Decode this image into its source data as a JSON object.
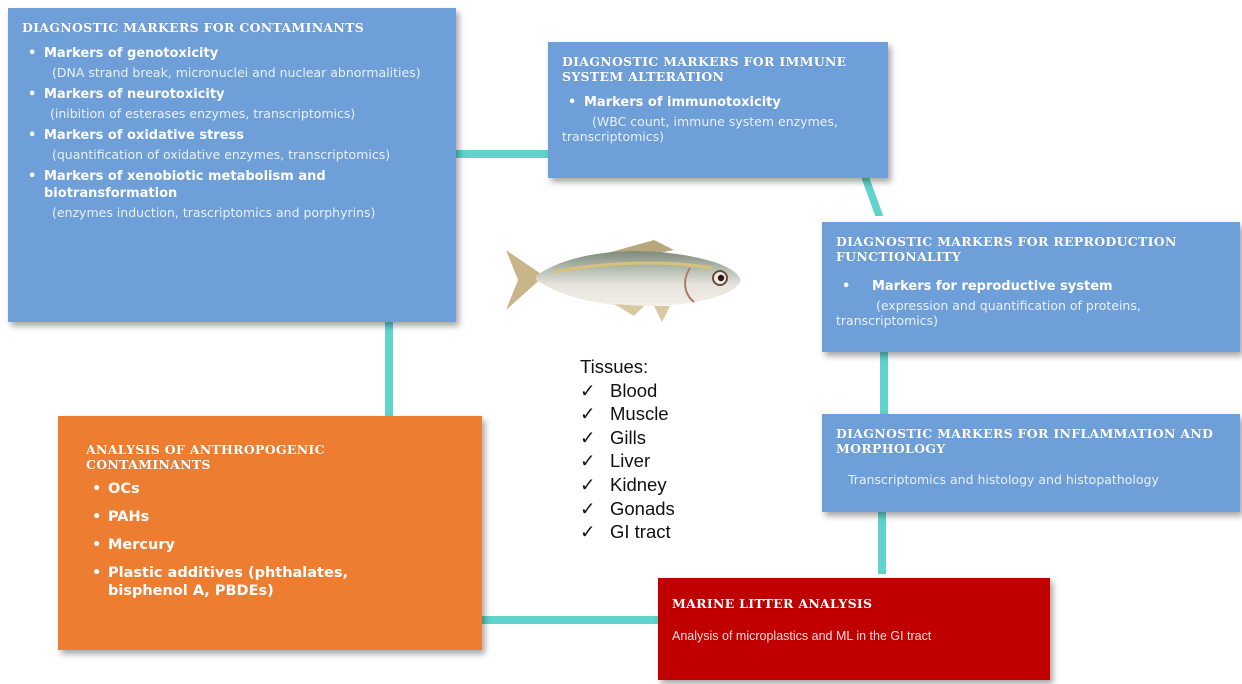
{
  "boxes": {
    "contaminants": {
      "title": "DIAGNOSTIC MARKERS FOR CONTAMINANTS",
      "items": [
        {
          "label": "Markers of genotoxicity",
          "detail": "(DNA strand break, micronuclei and nuclear abnormalities)"
        },
        {
          "label": "Markers of neurotoxicity",
          "detail": "(inibition of esterases enzymes, transcriptomics)"
        },
        {
          "label": "Markers of oxidative stress",
          "detail": "(quantification of oxidative enzymes, transcriptomics)"
        },
        {
          "label": "Markers of xenobiotic metabolism and biotransformation",
          "detail": "(enzymes induction, trascriptomics and porphyrins)"
        }
      ]
    },
    "immune": {
      "title": "DIAGNOSTIC MARKERS FOR IMMUNE SYSTEM ALTERATION",
      "items": [
        {
          "label": "Markers of immunotoxicity",
          "detail": "(WBC count, immune system enzymes, transcriptomics)"
        }
      ]
    },
    "reproduction": {
      "title": "DIAGNOSTIC MARKERS FOR REPRODUCTION FUNCTIONALITY",
      "items": [
        {
          "label": "Markers for reproductive system",
          "detail": "(expression and quantification of proteins, transcriptomics)"
        }
      ]
    },
    "inflammation": {
      "title": "DIAGNOSTIC MARKERS FOR INFLAMMATION AND MORPHOLOGY",
      "text": "Transcriptomics and histology and histopathology"
    },
    "anthropogenic": {
      "title": "ANALYSIS OF ANTHROPOGENIC CONTAMINANTS",
      "items": [
        "OCs",
        "PAHs",
        "Mercury",
        "Plastic additives (phthalates, bisphenol A, PBDEs)"
      ]
    },
    "litter": {
      "title": "MARINE LITTER ANALYSIS",
      "text": "Analysis of microplastics and ML in the GI tract"
    }
  },
  "tissues": {
    "heading": "Tissues:",
    "check": "✓",
    "items": [
      "Blood",
      "Muscle",
      "Gills",
      "Liver",
      "Kidney",
      "Gonads",
      "GI tract"
    ]
  },
  "colors": {
    "blue": "#6f9fd8",
    "orange": "#ed7d31",
    "red": "#c00000",
    "connector": "#5fd3cc"
  },
  "icons": {
    "fish": "fish-illustration"
  }
}
